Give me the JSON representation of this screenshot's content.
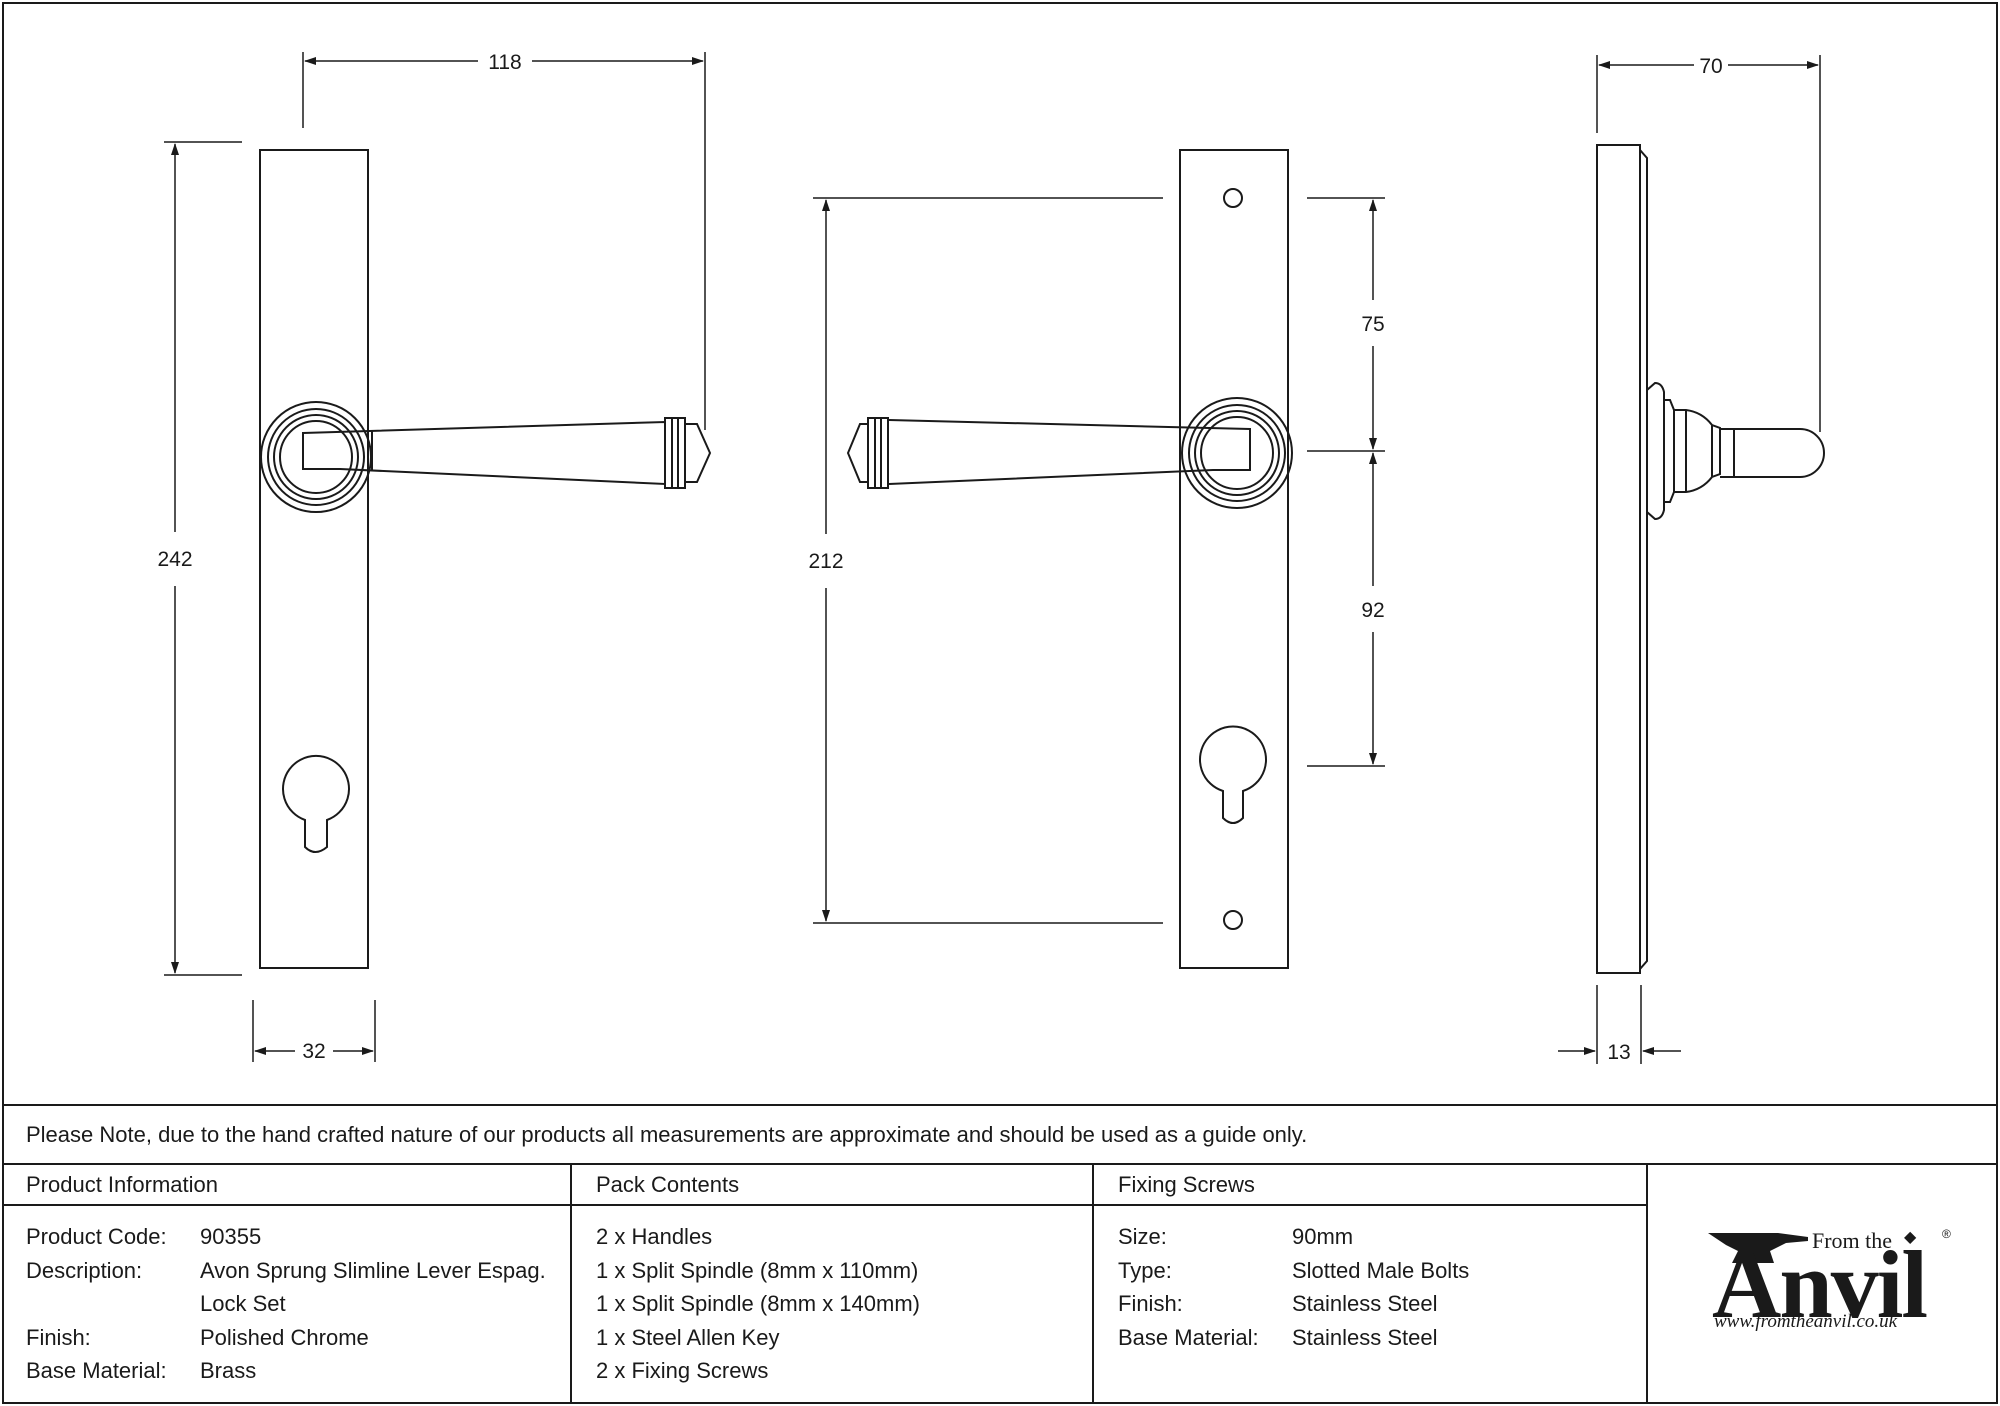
{
  "dimensions": {
    "front_width_top": "118",
    "front_height": "242",
    "front_plate_width": "32",
    "back_height": "212",
    "back_upper": "75",
    "back_lower": "92",
    "side_projection": "70",
    "side_thickness": "13"
  },
  "note": "Please Note, due to the hand crafted nature of our products all measurements are approximate and should be used as a guide only.",
  "product_info": {
    "heading": "Product Information",
    "rows": [
      {
        "label": "Product Code:",
        "value": "90355"
      },
      {
        "label": "Description:",
        "value": "Avon Sprung Slimline Lever Espag."
      },
      {
        "label": "",
        "value": "Lock Set"
      },
      {
        "label": "Finish:",
        "value": "Polished Chrome"
      },
      {
        "label": "Base Material:",
        "value": "Brass"
      }
    ]
  },
  "pack_contents": {
    "heading": "Pack Contents",
    "items": [
      "2 x Handles",
      "1 x Split Spindle (8mm x 110mm)",
      "1 x Split Spindle (8mm x 140mm)",
      "1 x Steel Allen Key",
      "2 x Fixing Screws"
    ]
  },
  "fixing_screws": {
    "heading": "Fixing Screws",
    "rows": [
      {
        "label": "Size:",
        "value": "90mm"
      },
      {
        "label": "Type:",
        "value": "Slotted Male Bolts"
      },
      {
        "label": "Finish:",
        "value": "Stainless Steel"
      },
      {
        "label": "Base Material:",
        "value": "Stainless Steel"
      }
    ]
  },
  "logo": {
    "from_the": "From the",
    "anvil": "Anvil",
    "reg": "®",
    "url": "www.fromtheanvil.co.uk"
  }
}
